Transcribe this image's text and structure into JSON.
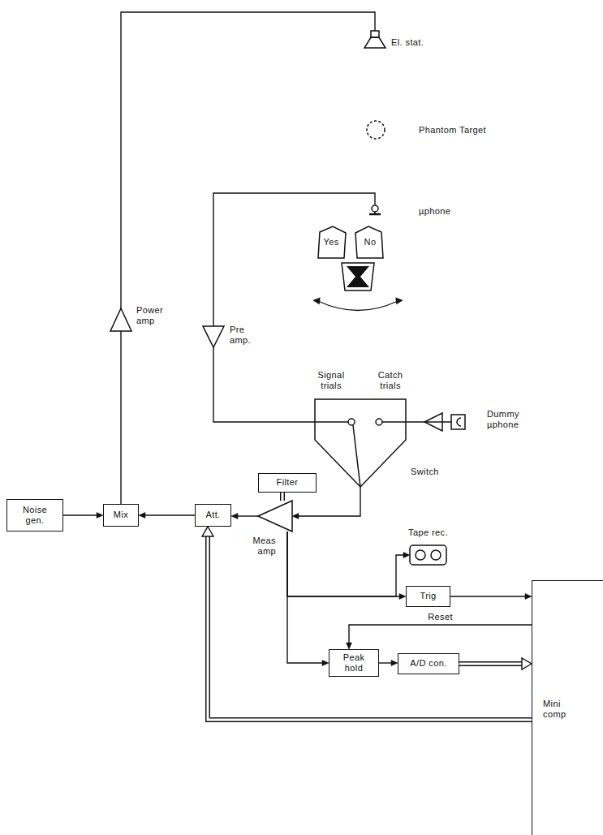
{
  "diagram": {
    "nodes": [
      {
        "text": [
          "El. stat."
        ]
      },
      {
        "text": [
          "Phantom Target"
        ]
      },
      {
        "text": [
          "µphone"
        ]
      },
      {
        "text": [
          "Yes"
        ]
      },
      {
        "text": [
          "No"
        ]
      },
      {
        "text": [
          "Power amp"
        ]
      },
      {
        "text": [
          "Pre amp."
        ]
      },
      {
        "text": [
          "Signal trials",
          "Catch trials",
          "Switch"
        ]
      },
      {
        "text": [
          "Dummy µphone"
        ]
      },
      {
        "text": [
          "Filter"
        ]
      },
      {
        "text": [
          "Meas amp"
        ]
      },
      {
        "text": [
          "Tape rec."
        ]
      },
      {
        "text": [
          "Noise gen."
        ]
      },
      {
        "text": [
          "Mix"
        ]
      },
      {
        "text": [
          "Att."
        ]
      },
      {
        "text": [
          "Trig"
        ]
      },
      {
        "text": [
          "Mini comp"
        ]
      },
      {
        "text": [
          "Peak hold"
        ]
      },
      {
        "text": [
          "A/D con."
        ]
      }
    ],
    "edges": [
      {
        "from": 5,
        "to": 0,
        "arrow": "none"
      },
      {
        "from": 2,
        "to": 6,
        "arrow": "none"
      },
      {
        "from": 6,
        "to": 7,
        "arrow": "none"
      },
      {
        "from": 8,
        "to": 7,
        "arrow": "none"
      },
      {
        "from": 7,
        "to": 10,
        "arrow": "to"
      },
      {
        "from": 9,
        "to": 10,
        "arrow": "none"
      },
      {
        "from": 10,
        "to": 14,
        "arrow": "to"
      },
      {
        "from": 14,
        "to": 13,
        "arrow": "to"
      },
      {
        "from": 12,
        "to": 13,
        "arrow": "to"
      },
      {
        "from": 13,
        "to": 5,
        "arrow": "none"
      },
      {
        "from": 10,
        "to": 11,
        "arrow": "to"
      },
      {
        "from": 10,
        "to": 15,
        "arrow": "to"
      },
      {
        "from": 15,
        "to": 16,
        "arrow": "to"
      },
      {
        "from": 10,
        "to": 17,
        "arrow": "to"
      },
      {
        "from": 17,
        "to": 18,
        "arrow": "to"
      },
      {
        "from": 18,
        "to": 16,
        "arrow": "to"
      },
      {
        "from": 16,
        "to": 17,
        "label": "Reset",
        "arrow": "to"
      },
      {
        "from": 16,
        "to": 14,
        "arrow": "to"
      }
    ]
  }
}
